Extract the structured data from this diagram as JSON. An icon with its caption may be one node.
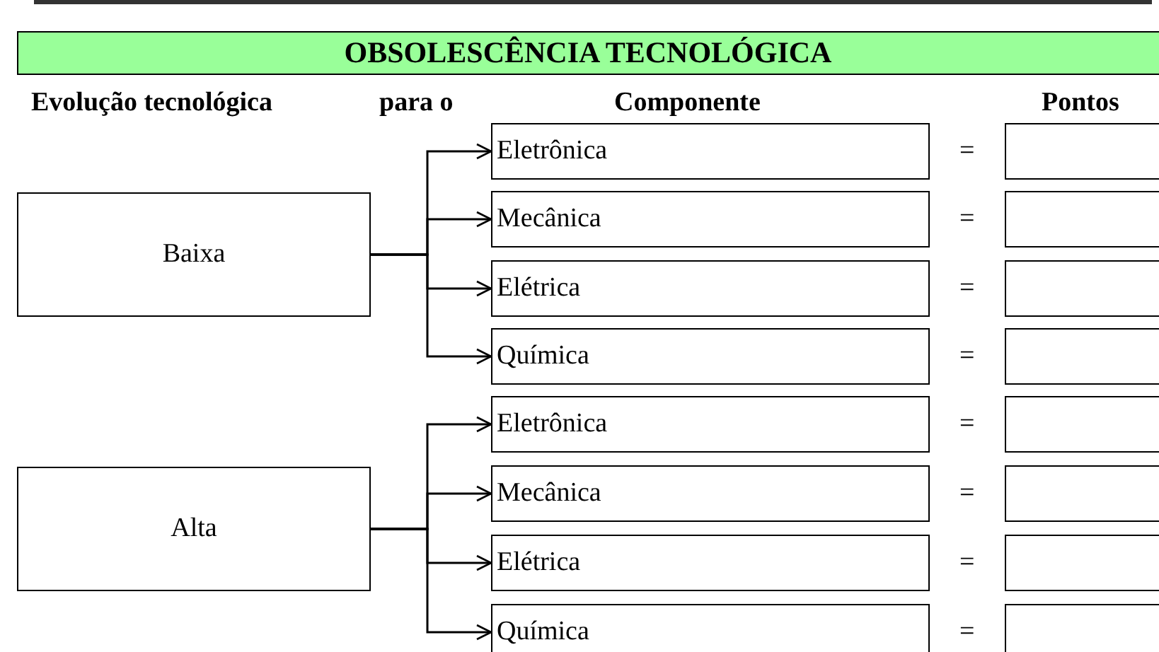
{
  "diagram": {
    "title": "OBSOLESCÊNCIA TECNOLÓGICA",
    "nodes": [
      {
        "text": [
          "Baixa"
        ]
      },
      {
        "text": [
          "Eletrônica"
        ]
      },
      {
        "text": [],
        "shape": "box"
      },
      {
        "text": [
          "Mecânica"
        ]
      },
      {
        "text": [],
        "shape": "box"
      },
      {
        "text": [
          "Elétrica"
        ]
      },
      {
        "text": [],
        "shape": "box"
      },
      {
        "text": [
          "Química"
        ]
      },
      {
        "text": [],
        "shape": "box"
      },
      {
        "text": [
          "Alta"
        ]
      },
      {
        "text": [
          "Eletrônica"
        ]
      },
      {
        "text": [],
        "shape": "box"
      },
      {
        "text": [
          "Mecânica"
        ]
      },
      {
        "text": [],
        "shape": "box"
      },
      {
        "text": [
          "Elétrica"
        ]
      },
      {
        "text": [],
        "shape": "box"
      },
      {
        "text": [
          "Química"
        ]
      },
      {
        "text": [],
        "shape": "box"
      }
    ],
    "edges": [
      {
        "from": 0,
        "to": 1,
        "arrow": "to"
      },
      {
        "from": 0,
        "to": 3,
        "arrow": "to"
      },
      {
        "from": 0,
        "to": 5,
        "arrow": "to"
      },
      {
        "from": 0,
        "to": 7,
        "arrow": "to"
      },
      {
        "from": 9,
        "to": 10,
        "arrow": "to"
      },
      {
        "from": 9,
        "to": 12,
        "arrow": "to"
      },
      {
        "from": 9,
        "to": 14,
        "arrow": "to"
      },
      {
        "from": 9,
        "to": 16,
        "arrow": "to"
      }
    ],
    "labels": [
      "Evolução tecnológica",
      "para o",
      "Componente",
      "Pontos",
      "=",
      "=",
      "=",
      "=",
      "=",
      "=",
      "=",
      "="
    ]
  }
}
